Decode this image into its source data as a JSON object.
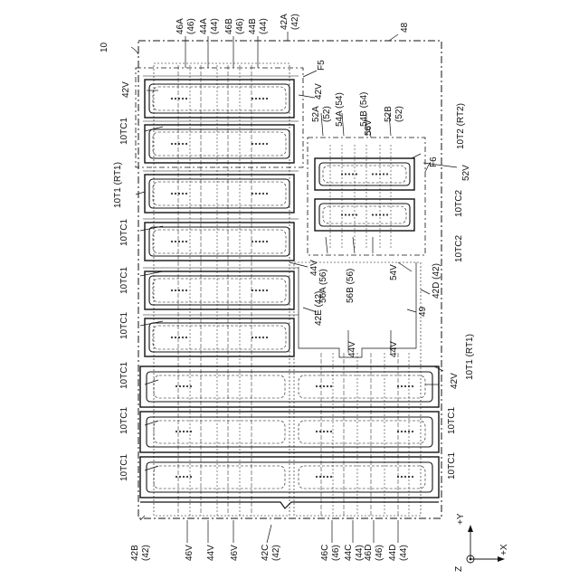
{
  "figure": {
    "ref_numeral": "10",
    "axes": {
      "x": "+X",
      "y": "+Y",
      "z": "Z"
    },
    "labels": {
      "46A": "46A",
      "46A_sub": "(46)",
      "44A": "44A",
      "44A_sub": "(44)",
      "46B": "46B",
      "46B_sub": "(46)",
      "44B": "44B",
      "44B_sub": "(44)",
      "42A": "42A",
      "42A_sub": "(42)",
      "n48": "48",
      "F5": "F5",
      "F6": "F6",
      "v42_top": "42V",
      "v42_top2": "42V",
      "v42_right": "42V",
      "n52A": "52A",
      "n52A_sub": "(52)",
      "n54A": "54A (54)",
      "n54B": "54B (54)",
      "n52B": "52B",
      "n52B_sub": "(52)",
      "n56V": "56V",
      "n52V": "52V",
      "n10T2": "10T2 (RT2)",
      "n10TC2_a": "10TC2",
      "n10TC2_b": "10TC2",
      "n10T1_left": "10T1 (RT1)",
      "n10T1_right": "10T1 (RT1)",
      "n10TC1": "10TC1",
      "n56A": "56A (56)",
      "n56B": "56B (56)",
      "n54V": "54V",
      "n42D": "42D (42)",
      "n42E": "42E (42)",
      "n49": "49",
      "n44V": "44V",
      "n42B": "42B",
      "n42B_sub": "(42)",
      "n46V": "46V",
      "n42C": "42C",
      "n42C_sub": "(42)",
      "n46C": "46C",
      "n46C_sub": "(46)",
      "n44C": "44C",
      "n44C_sub": "(44)",
      "n46D": "46D",
      "n46D_sub": "(46)",
      "n44D": "44D",
      "n44D_sub": "(44)"
    }
  }
}
